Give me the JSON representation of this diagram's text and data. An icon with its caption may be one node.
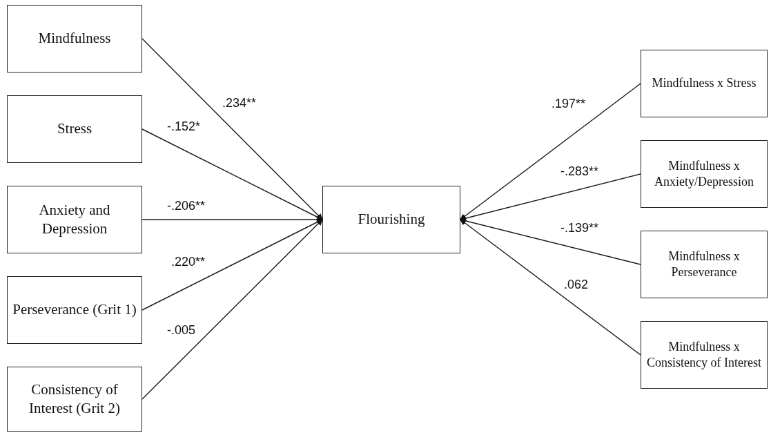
{
  "diagram": {
    "nodes": [
      {
        "text": [
          "Mindfulness"
        ]
      },
      {
        "text": [
          "Stress"
        ]
      },
      {
        "text": [
          "Anxiety and Depression"
        ]
      },
      {
        "text": [
          "Perseverance (Grit 1)"
        ]
      },
      {
        "text": [
          "Consistency of Interest (Grit 2)"
        ]
      },
      {
        "text": [
          "Flourishing"
        ]
      },
      {
        "text": [
          "Mindfulness x Stress"
        ]
      },
      {
        "text": [
          "Mindfulness x Anxiety/Depression"
        ]
      },
      {
        "text": [
          "Mindfulness x Perseverance"
        ]
      },
      {
        "text": [
          "Mindfulness x Consistency of Interest"
        ]
      }
    ],
    "edges": [
      {
        "from": 0,
        "to": 5,
        "arrow": "to",
        "label": ".234**"
      },
      {
        "from": 1,
        "to": 5,
        "arrow": "to",
        "label": "-.152*"
      },
      {
        "from": 2,
        "to": 5,
        "arrow": "to",
        "label": "-.206**"
      },
      {
        "from": 3,
        "to": 5,
        "arrow": "to",
        "label": ".220**"
      },
      {
        "from": 4,
        "to": 5,
        "arrow": "to",
        "label": "-.005"
      },
      {
        "from": 6,
        "to": 5,
        "arrow": "to",
        "label": ".197**"
      },
      {
        "from": 7,
        "to": 5,
        "arrow": "to",
        "label": "-.283**"
      },
      {
        "from": 8,
        "to": 5,
        "arrow": "to",
        "label": "-.139**"
      },
      {
        "from": 9,
        "to": 5,
        "arrow": "to",
        "label": ".062"
      }
    ]
  }
}
